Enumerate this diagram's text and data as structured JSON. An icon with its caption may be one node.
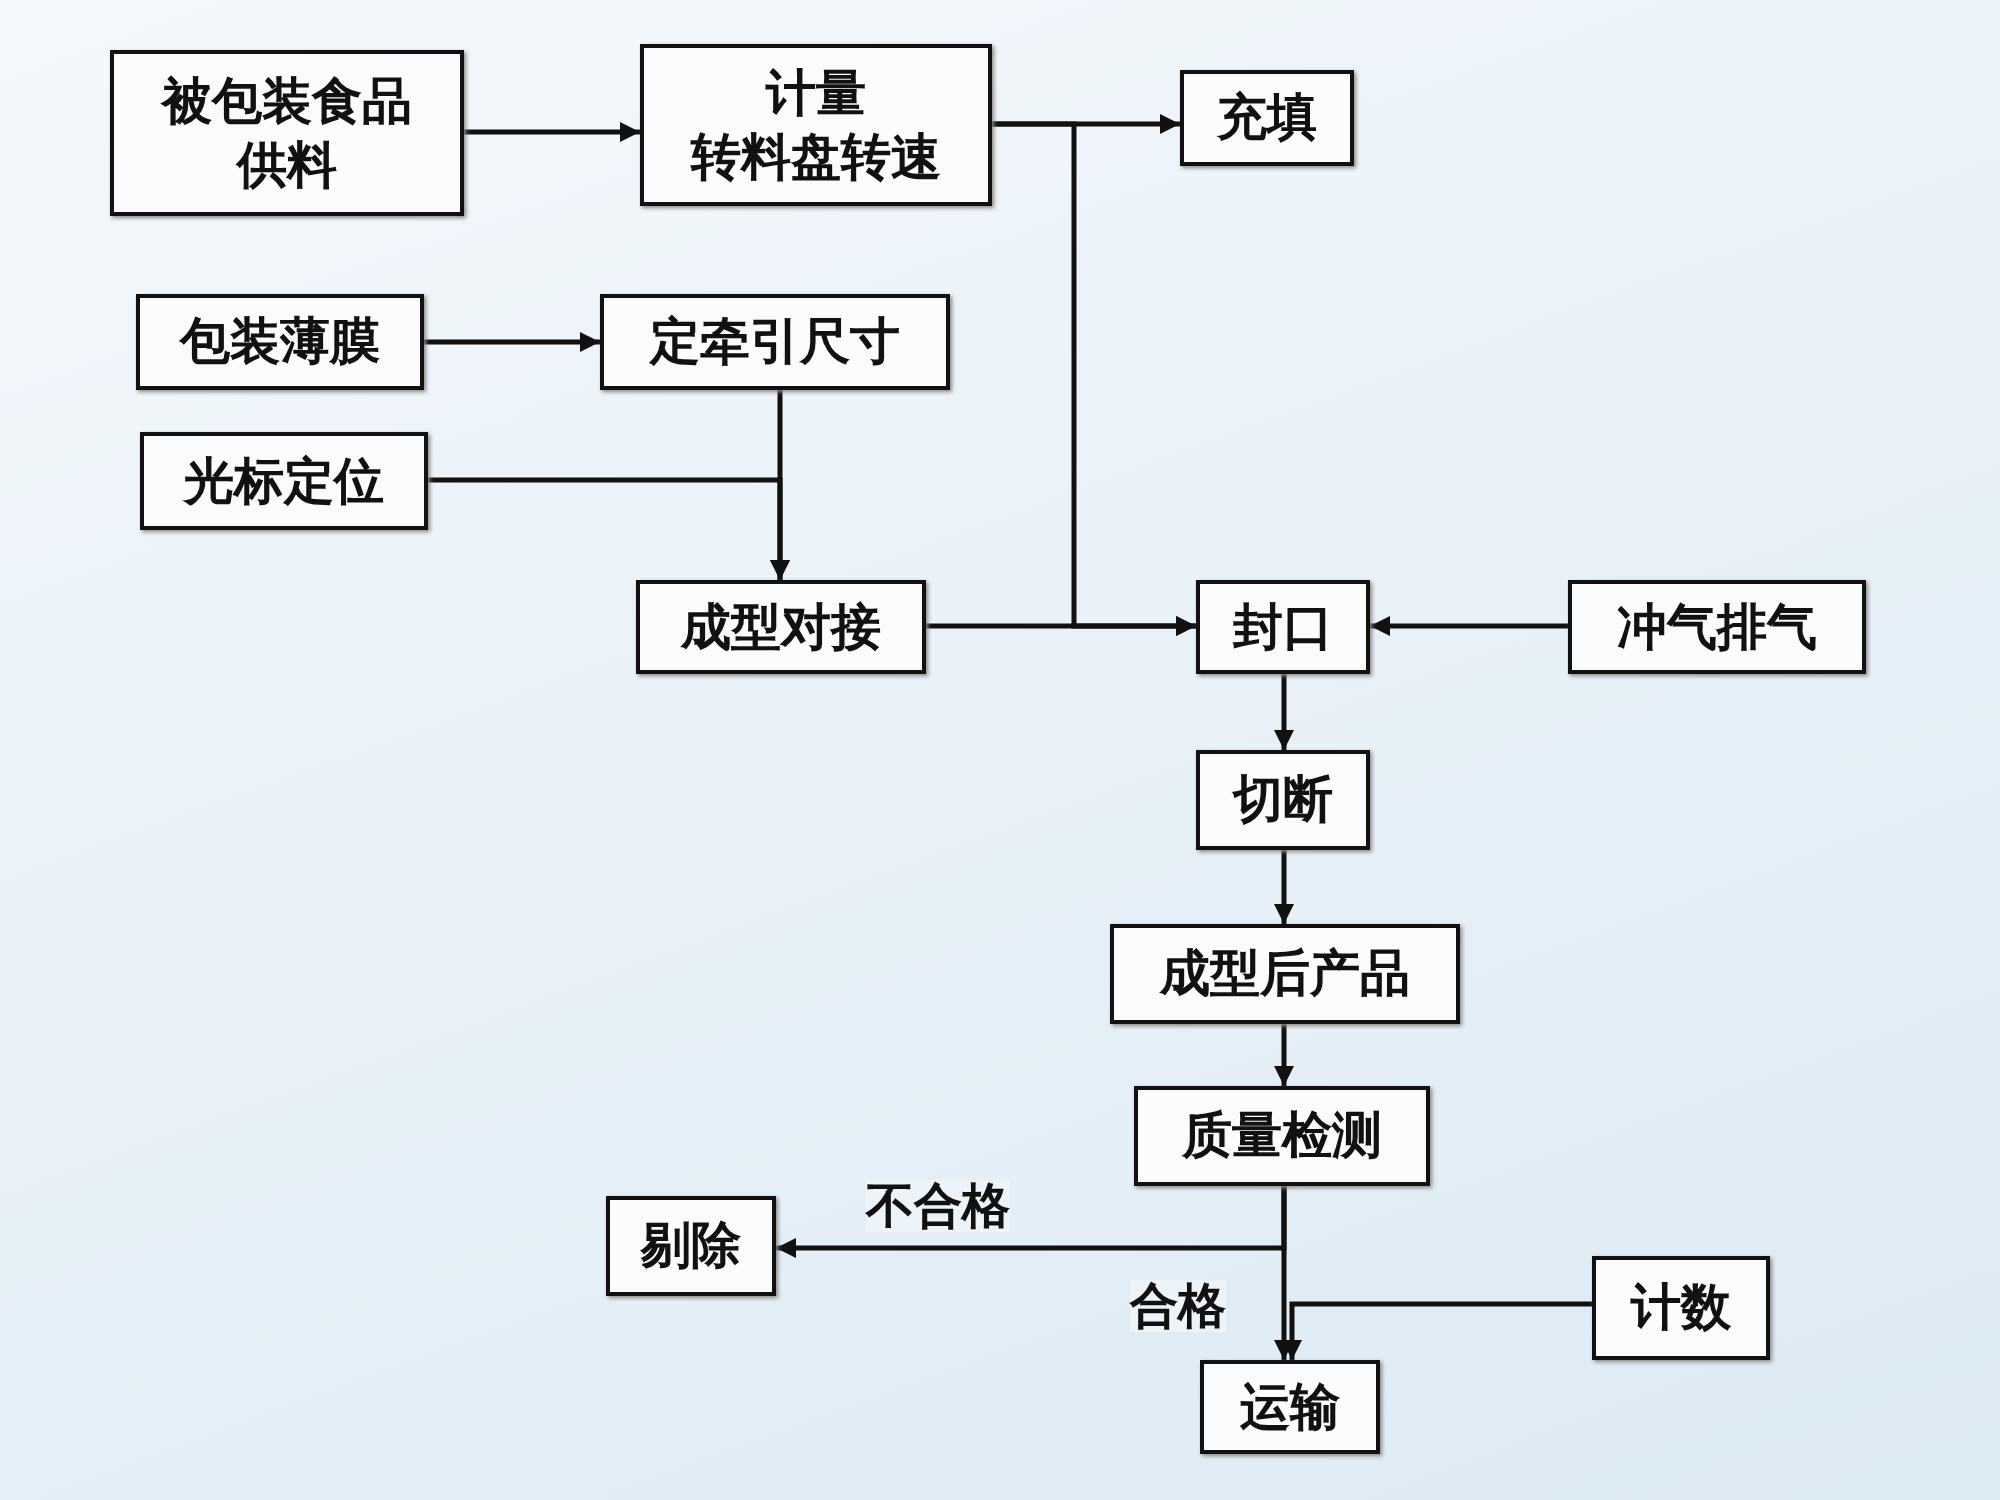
{
  "diagram": {
    "nodes": [
      {
        "text": [
          "被包装食品供料"
        ]
      },
      {
        "text": [
          "计量",
          "转料盘转速"
        ]
      },
      {
        "text": [
          "充填"
        ]
      },
      {
        "text": [
          "包装薄膜"
        ]
      },
      {
        "text": [
          "定牵引尺寸"
        ]
      },
      {
        "text": [
          "光标定位"
        ]
      },
      {
        "text": [
          "成型对接"
        ]
      },
      {
        "text": [
          "封口"
        ]
      },
      {
        "text": [
          "冲气排气"
        ]
      },
      {
        "text": [
          "切断"
        ]
      },
      {
        "text": [
          "成型后产品"
        ]
      },
      {
        "text": [
          "质量检测"
        ]
      },
      {
        "text": [
          "剔除"
        ]
      },
      {
        "text": [
          "计数"
        ]
      },
      {
        "text": [
          "运输"
        ]
      }
    ],
    "edges": [
      {
        "from": 0,
        "to": 1,
        "arrow": "to"
      },
      {
        "from": 1,
        "to": 2,
        "arrow": "to"
      },
      {
        "from": 1,
        "to": 7,
        "arrow": "to"
      },
      {
        "from": 3,
        "to": 4,
        "arrow": "to"
      },
      {
        "from": 4,
        "to": 6,
        "arrow": "to"
      },
      {
        "from": 5,
        "to": 6,
        "arrow": "to"
      },
      {
        "from": 6,
        "to": 7,
        "arrow": "to"
      },
      {
        "from": 8,
        "to": 7,
        "arrow": "to"
      },
      {
        "from": 7,
        "to": 9,
        "arrow": "to"
      },
      {
        "from": 9,
        "to": 10,
        "arrow": "to"
      },
      {
        "from": 10,
        "to": 11,
        "arrow": "to"
      },
      {
        "from": 11,
        "to": 12,
        "label": "不合格",
        "arrow": "to"
      },
      {
        "from": 11,
        "to": 14,
        "label": "合格",
        "arrow": "to"
      },
      {
        "from": 13,
        "to": 14,
        "arrow": "to"
      }
    ]
  }
}
